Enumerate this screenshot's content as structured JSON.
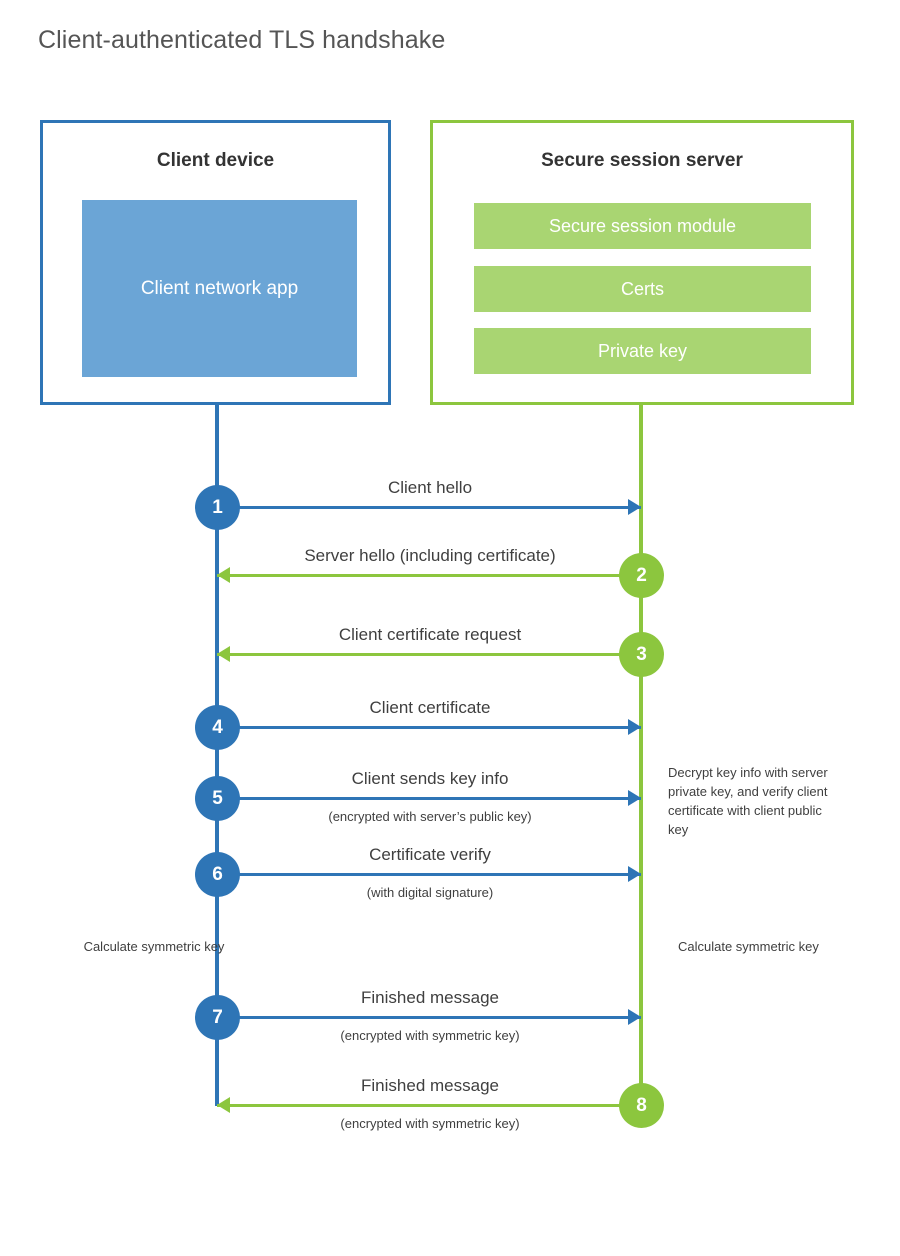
{
  "title": "Client-authenticated TLS handshake",
  "colors": {
    "client_border": "#2e75b6",
    "client_fill": "#6ba5d6",
    "server_border": "#8cc63e",
    "server_fill": "#a9d572",
    "text": "#3f3f3f",
    "title_text": "#555555"
  },
  "entities": {
    "client": {
      "title": "Client device",
      "app_label": "Client network app"
    },
    "server": {
      "title": "Secure session server",
      "modules": [
        "Secure session module",
        "Certs",
        "Private key"
      ]
    }
  },
  "steps": [
    {
      "number": "1",
      "label": "Client hello",
      "sublabel": "",
      "direction": "right",
      "color": "blue"
    },
    {
      "number": "2",
      "label": "Server hello (including certificate)",
      "sublabel": "",
      "direction": "left",
      "color": "green"
    },
    {
      "number": "3",
      "label": "Client certificate request",
      "sublabel": "",
      "direction": "left",
      "color": "green"
    },
    {
      "number": "4",
      "label": "Client certificate",
      "sublabel": "",
      "direction": "right",
      "color": "blue"
    },
    {
      "number": "5",
      "label": "Client sends key info",
      "sublabel": "(encrypted with server’s public key)",
      "direction": "right",
      "color": "blue"
    },
    {
      "number": "6",
      "label": "Certificate verify",
      "sublabel": "(with digital signature)",
      "direction": "right",
      "color": "blue"
    },
    {
      "number": "7",
      "label": "Finished message",
      "sublabel": "(encrypted with symmetric key)",
      "direction": "right",
      "color": "blue"
    },
    {
      "number": "8",
      "label": "Finished message",
      "sublabel": "(encrypted with symmetric key)",
      "direction": "left",
      "color": "green"
    }
  ],
  "notes": {
    "server_decrypt": "Decrypt key info with server private key, and verify client certificate with client public key",
    "client_calculate": "Calculate symmetric key",
    "server_calculate": "Calculate symmetric key"
  }
}
